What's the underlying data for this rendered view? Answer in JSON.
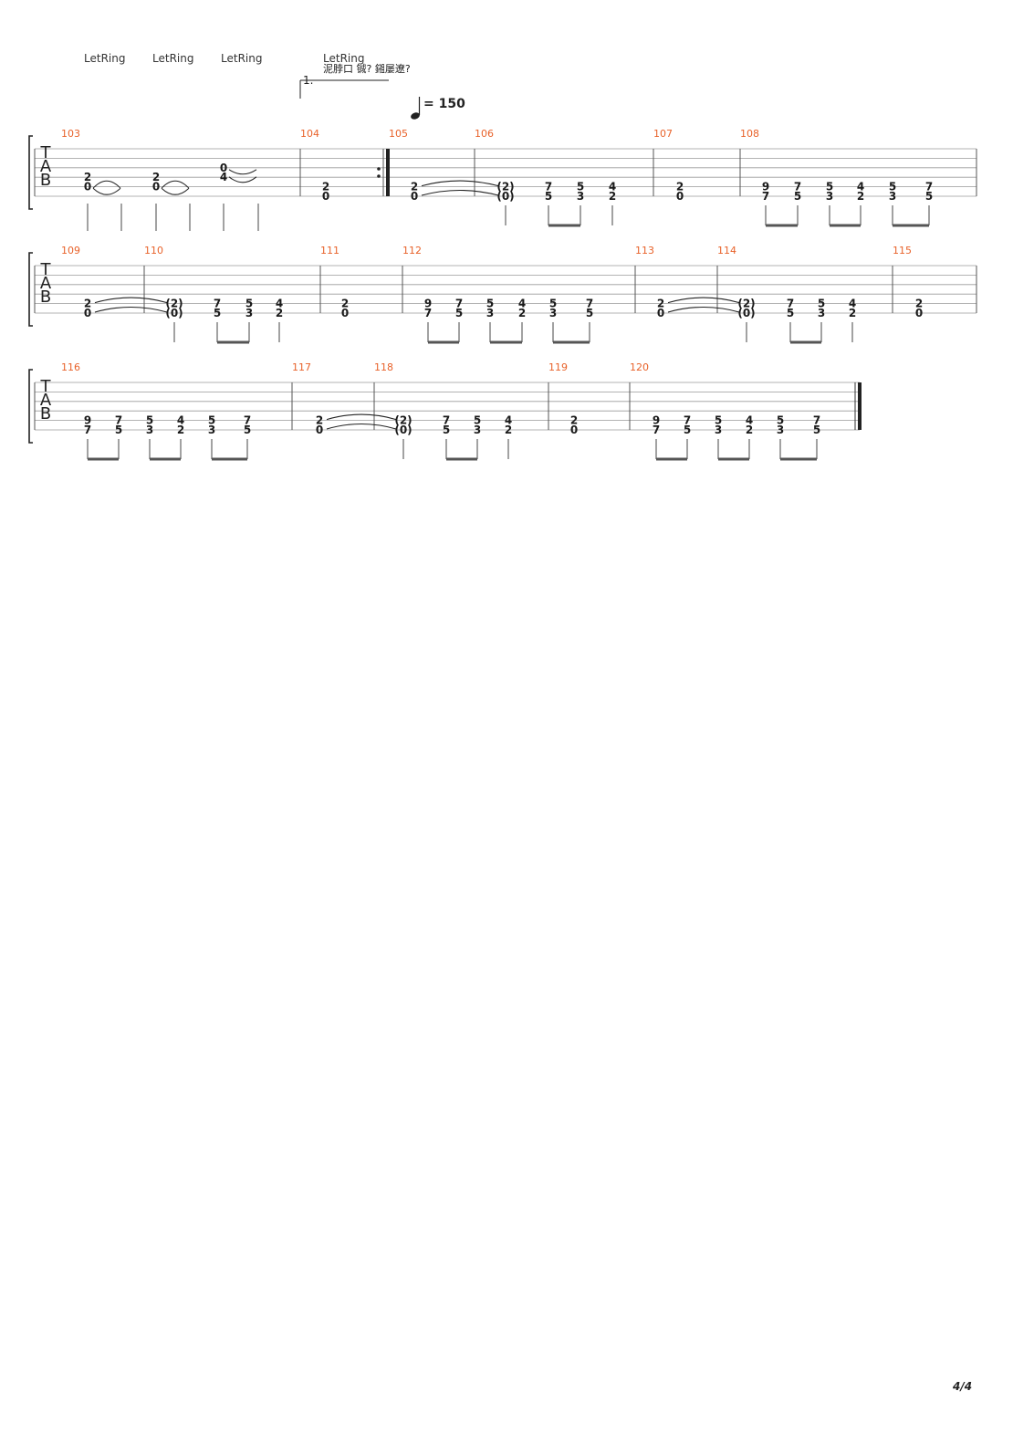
{
  "header": {
    "let_ring": [
      "LetRing",
      "LetRing",
      "LetRing",
      "LetRing"
    ],
    "volta_label": "1.",
    "marker_text": "泥脖口 铖? 鎺屡遼?",
    "tempo": "= 150"
  },
  "clef_letters": [
    "T",
    "A",
    "B"
  ],
  "page_number": "4/4",
  "systems": [
    {
      "measures": [
        {
          "num": "103",
          "notes": [
            {
              "s": 4,
              "f": "2",
              "stem": true,
              "tie": "x"
            },
            {
              "s": 5,
              "f": "0"
            },
            {
              "s": 4,
              "f": "",
              "stem": true,
              "tieEnd": true
            },
            {
              "s": 4,
              "f": "2",
              "stem": true,
              "tie": "x"
            },
            {
              "s": 5,
              "f": "0"
            },
            {
              "s": 4,
              "f": "",
              "stem": true,
              "tieEnd": true
            },
            {
              "s": 3,
              "f": "0",
              "stem": true,
              "tie": "v"
            },
            {
              "s": 4,
              "f": "4"
            },
            {
              "s": 3,
              "f": "",
              "stem": true,
              "tieEnd": true
            }
          ]
        },
        {
          "num": "104",
          "notes": [
            {
              "s": 5,
              "f": "2"
            },
            {
              "s": 6,
              "f": "0"
            }
          ]
        },
        {
          "num": "105",
          "notes": [
            {
              "s": 5,
              "f": "2"
            },
            {
              "s": 6,
              "f": "0"
            }
          ]
        },
        {
          "num": "106",
          "notes": [
            {
              "s": 5,
              "f": "(2)"
            },
            {
              "s": 6,
              "f": "(0)"
            },
            {
              "s": 5,
              "f": "7"
            },
            {
              "s": 6,
              "f": "5"
            },
            {
              "s": 5,
              "f": "5"
            },
            {
              "s": 6,
              "f": "3"
            },
            {
              "s": 5,
              "f": "4"
            },
            {
              "s": 6,
              "f": "2"
            }
          ]
        },
        {
          "num": "107",
          "notes": [
            {
              "s": 5,
              "f": "2"
            },
            {
              "s": 6,
              "f": "0"
            }
          ]
        },
        {
          "num": "108",
          "notes": [
            {
              "s": 5,
              "f": "9"
            },
            {
              "s": 6,
              "f": "7"
            },
            {
              "s": 5,
              "f": "7"
            },
            {
              "s": 6,
              "f": "5"
            },
            {
              "s": 5,
              "f": "5"
            },
            {
              "s": 6,
              "f": "3"
            },
            {
              "s": 5,
              "f": "4"
            },
            {
              "s": 6,
              "f": "2"
            },
            {
              "s": 5,
              "f": "5"
            },
            {
              "s": 6,
              "f": "3"
            },
            {
              "s": 5,
              "f": "7"
            },
            {
              "s": 6,
              "f": "5"
            }
          ]
        }
      ]
    },
    {
      "measures": [
        {
          "num": "109",
          "notes": [
            {
              "s": 5,
              "f": "2"
            },
            {
              "s": 6,
              "f": "0"
            }
          ]
        },
        {
          "num": "110",
          "notes": [
            {
              "s": 5,
              "f": "(2)"
            },
            {
              "s": 6,
              "f": "(0)"
            },
            {
              "s": 5,
              "f": "7"
            },
            {
              "s": 6,
              "f": "5"
            },
            {
              "s": 5,
              "f": "5"
            },
            {
              "s": 6,
              "f": "3"
            },
            {
              "s": 5,
              "f": "4"
            },
            {
              "s": 6,
              "f": "2"
            }
          ]
        },
        {
          "num": "111",
          "notes": [
            {
              "s": 5,
              "f": "2"
            },
            {
              "s": 6,
              "f": "0"
            }
          ]
        },
        {
          "num": "112",
          "notes": [
            {
              "s": 5,
              "f": "9"
            },
            {
              "s": 6,
              "f": "7"
            },
            {
              "s": 5,
              "f": "7"
            },
            {
              "s": 6,
              "f": "5"
            },
            {
              "s": 5,
              "f": "5"
            },
            {
              "s": 6,
              "f": "3"
            },
            {
              "s": 5,
              "f": "4"
            },
            {
              "s": 6,
              "f": "2"
            },
            {
              "s": 5,
              "f": "5"
            },
            {
              "s": 6,
              "f": "3"
            },
            {
              "s": 5,
              "f": "7"
            },
            {
              "s": 6,
              "f": "5"
            }
          ]
        },
        {
          "num": "113",
          "notes": [
            {
              "s": 5,
              "f": "2"
            },
            {
              "s": 6,
              "f": "0"
            }
          ]
        },
        {
          "num": "114",
          "notes": [
            {
              "s": 5,
              "f": "(2)"
            },
            {
              "s": 6,
              "f": "(0)"
            },
            {
              "s": 5,
              "f": "7"
            },
            {
              "s": 6,
              "f": "5"
            },
            {
              "s": 5,
              "f": "5"
            },
            {
              "s": 6,
              "f": "3"
            },
            {
              "s": 5,
              "f": "4"
            },
            {
              "s": 6,
              "f": "2"
            }
          ]
        },
        {
          "num": "115",
          "notes": [
            {
              "s": 5,
              "f": "2"
            },
            {
              "s": 6,
              "f": "0"
            }
          ]
        }
      ]
    },
    {
      "measures": [
        {
          "num": "116",
          "notes": [
            {
              "s": 5,
              "f": "9"
            },
            {
              "s": 6,
              "f": "7"
            },
            {
              "s": 5,
              "f": "7"
            },
            {
              "s": 6,
              "f": "5"
            },
            {
              "s": 5,
              "f": "5"
            },
            {
              "s": 6,
              "f": "3"
            },
            {
              "s": 5,
              "f": "4"
            },
            {
              "s": 6,
              "f": "2"
            },
            {
              "s": 5,
              "f": "5"
            },
            {
              "s": 6,
              "f": "3"
            },
            {
              "s": 5,
              "f": "7"
            },
            {
              "s": 6,
              "f": "5"
            }
          ]
        },
        {
          "num": "117",
          "notes": [
            {
              "s": 5,
              "f": "2"
            },
            {
              "s": 6,
              "f": "0"
            }
          ]
        },
        {
          "num": "118",
          "notes": [
            {
              "s": 5,
              "f": "(2)"
            },
            {
              "s": 6,
              "f": "(0)"
            },
            {
              "s": 5,
              "f": "7"
            },
            {
              "s": 6,
              "f": "5"
            },
            {
              "s": 5,
              "f": "5"
            },
            {
              "s": 6,
              "f": "3"
            },
            {
              "s": 5,
              "f": "4"
            },
            {
              "s": 6,
              "f": "2"
            }
          ]
        },
        {
          "num": "119",
          "notes": [
            {
              "s": 5,
              "f": "2"
            },
            {
              "s": 6,
              "f": "0"
            }
          ]
        },
        {
          "num": "120",
          "notes": [
            {
              "s": 5,
              "f": "9"
            },
            {
              "s": 6,
              "f": "7"
            },
            {
              "s": 5,
              "f": "7"
            },
            {
              "s": 6,
              "f": "5"
            },
            {
              "s": 5,
              "f": "5"
            },
            {
              "s": 6,
              "f": "3"
            },
            {
              "s": 5,
              "f": "4"
            },
            {
              "s": 6,
              "f": "2"
            },
            {
              "s": 5,
              "f": "5"
            },
            {
              "s": 6,
              "f": "3"
            },
            {
              "s": 5,
              "f": "7"
            },
            {
              "s": 6,
              "f": "5"
            }
          ]
        }
      ]
    }
  ]
}
